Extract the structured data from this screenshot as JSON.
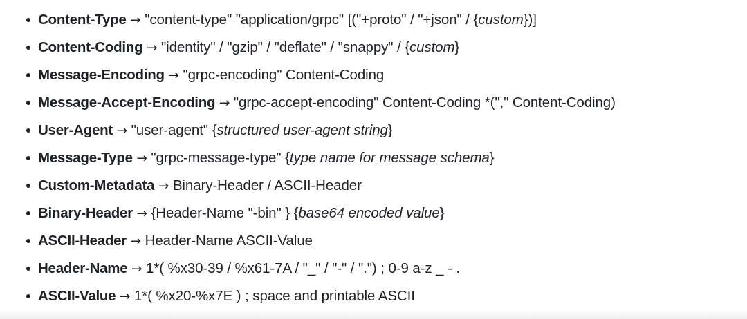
{
  "document": {
    "kind": "abnf-grammar-bullet-list",
    "background_color": "#ffffff",
    "text_color": "#1f2328",
    "bullet_glyph": "•",
    "arrow_glyph": "→",
    "items": [
      {
        "term": "Content-Type",
        "arrow": "→",
        "segments": [
          {
            "style": "normal",
            "text": " \"content-type\" \"application/grpc\" [(\"+proto\" / \"+json\" / {"
          },
          {
            "style": "italic",
            "text": "custom"
          },
          {
            "style": "normal",
            "text": "})]"
          }
        ],
        "plain": "Content-Type → \"content-type\" \"application/grpc\" [(\"+proto\" / \"+json\" / {custom})]"
      },
      {
        "term": "Content-Coding",
        "arrow": "→",
        "segments": [
          {
            "style": "normal",
            "text": " \"identity\" / \"gzip\" / \"deflate\" / \"snappy\" / {"
          },
          {
            "style": "italic",
            "text": "custom"
          },
          {
            "style": "normal",
            "text": "}"
          }
        ],
        "plain": "Content-Coding → \"identity\" / \"gzip\" / \"deflate\" / \"snappy\" / {custom}"
      },
      {
        "term": "Message-Encoding",
        "arrow": "→",
        "segments": [
          {
            "style": "normal",
            "text": " \"grpc-encoding\" Content-Coding"
          }
        ],
        "plain": "Message-Encoding → \"grpc-encoding\" Content-Coding"
      },
      {
        "term": "Message-Accept-Encoding",
        "arrow": "→",
        "segments": [
          {
            "style": "normal",
            "text": " \"grpc-accept-encoding\" Content-Coding *(\",\" Content-Coding)"
          }
        ],
        "plain": "Message-Accept-Encoding → \"grpc-accept-encoding\" Content-Coding *(\",\" Content-Coding)"
      },
      {
        "term": "User-Agent",
        "arrow": "→",
        "segments": [
          {
            "style": "normal",
            "text": " \"user-agent\" {"
          },
          {
            "style": "italic",
            "text": "structured user-agent string"
          },
          {
            "style": "normal",
            "text": "}"
          }
        ],
        "plain": "User-Agent → \"user-agent\" {structured user-agent string}"
      },
      {
        "term": "Message-Type",
        "arrow": "→",
        "segments": [
          {
            "style": "normal",
            "text": " \"grpc-message-type\" {"
          },
          {
            "style": "italic",
            "text": "type name for message schema"
          },
          {
            "style": "normal",
            "text": "}"
          }
        ],
        "plain": "Message-Type → \"grpc-message-type\" {type name for message schema}"
      },
      {
        "term": "Custom-Metadata",
        "arrow": "→",
        "segments": [
          {
            "style": "normal",
            "text": " Binary-Header / ASCII-Header"
          }
        ],
        "plain": "Custom-Metadata → Binary-Header / ASCII-Header"
      },
      {
        "term": "Binary-Header",
        "arrow": "→",
        "segments": [
          {
            "style": "normal",
            "text": " {Header-Name \"-bin\" } {"
          },
          {
            "style": "italic",
            "text": "base64 encoded value"
          },
          {
            "style": "normal",
            "text": "}"
          }
        ],
        "plain": "Binary-Header → {Header-Name \"-bin\" } {base64 encoded value}"
      },
      {
        "term": "ASCII-Header",
        "arrow": "→",
        "segments": [
          {
            "style": "normal",
            "text": " Header-Name ASCII-Value"
          }
        ],
        "plain": "ASCII-Header → Header-Name ASCII-Value"
      },
      {
        "term": "Header-Name",
        "arrow": "→",
        "segments": [
          {
            "style": "normal",
            "text": " 1*( %x30-39 / %x61-7A / \"_\" / \"-\" / \".\") ; 0-9 a-z _ - ."
          }
        ],
        "plain": "Header-Name → 1*( %x30-39 / %x61-7A / \"_\" / \"-\" / \".\") ; 0-9 a-z _ - ."
      },
      {
        "term": "ASCII-Value",
        "arrow": "→",
        "segments": [
          {
            "style": "normal",
            "text": " 1*( %x20-%x7E ) ; space and printable ASCII"
          }
        ],
        "plain": "ASCII-Value → 1*( %x20-%x7E ) ; space and printable ASCII"
      }
    ]
  }
}
